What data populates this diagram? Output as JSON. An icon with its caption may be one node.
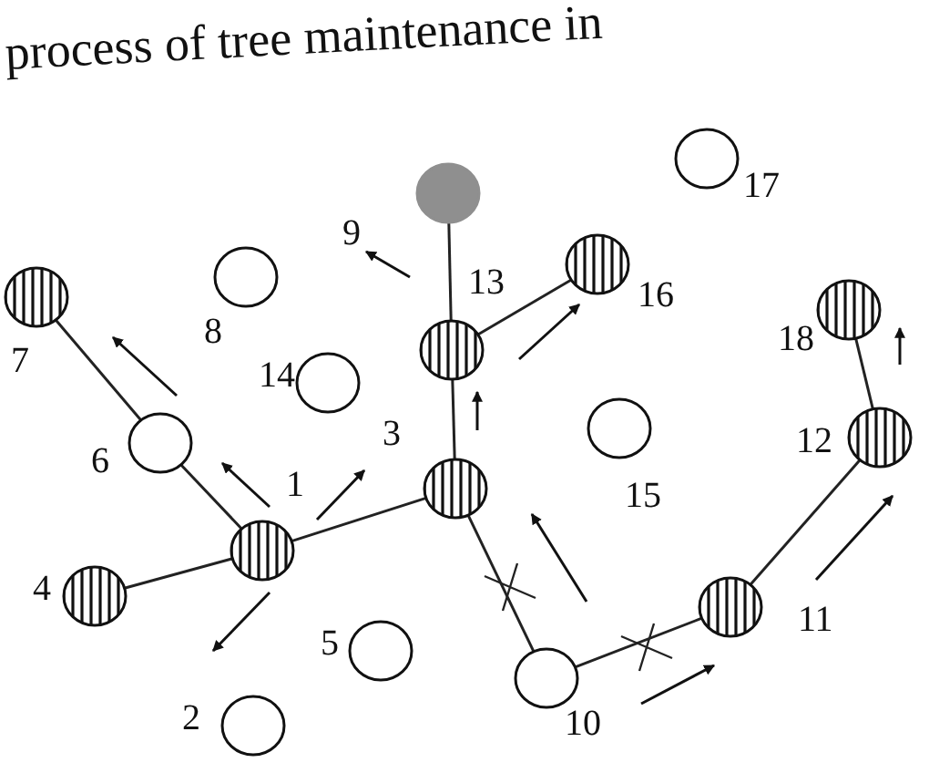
{
  "diagram": {
    "nodes": [
      {
        "text": [],
        "shape": "circle",
        "beside": [
          "1"
        ]
      },
      {
        "text": [],
        "shape": "circle",
        "beside": [
          "2"
        ]
      },
      {
        "text": [],
        "shape": "circle",
        "beside": [
          "3"
        ]
      },
      {
        "text": [],
        "shape": "circle",
        "beside": [
          "4"
        ]
      },
      {
        "text": [],
        "shape": "circle",
        "beside": [
          "5"
        ]
      },
      {
        "text": [],
        "shape": "circle",
        "beside": [
          "6"
        ]
      },
      {
        "text": [],
        "shape": "circle",
        "beside": [
          "7"
        ]
      },
      {
        "text": [],
        "shape": "circle",
        "beside": [
          "8"
        ]
      },
      {
        "text": [],
        "shape": "circle",
        "beside": [
          "9"
        ]
      },
      {
        "text": [],
        "shape": "circle",
        "beside": [
          "10"
        ]
      },
      {
        "text": [],
        "shape": "circle",
        "beside": [
          "11"
        ]
      },
      {
        "text": [],
        "shape": "circle",
        "beside": [
          "12"
        ]
      },
      {
        "text": [],
        "shape": "circle",
        "beside": [
          "13"
        ]
      },
      {
        "text": [],
        "shape": "circle",
        "beside": [
          "14"
        ]
      },
      {
        "text": [],
        "shape": "circle",
        "beside": [
          "15"
        ]
      },
      {
        "text": [],
        "shape": "circle",
        "beside": [
          "16"
        ]
      },
      {
        "text": [],
        "shape": "circle",
        "beside": [
          "17"
        ]
      },
      {
        "text": [],
        "shape": "circle",
        "beside": [
          "18"
        ]
      }
    ],
    "edges": [
      {
        "from": 0,
        "to": 5,
        "arrow": "none"
      },
      {
        "from": 5,
        "to": 6,
        "arrow": "none"
      },
      {
        "from": 0,
        "to": 3,
        "arrow": "none"
      },
      {
        "from": 0,
        "to": 2,
        "arrow": "none"
      },
      {
        "from": 2,
        "to": 12,
        "arrow": "none"
      },
      {
        "from": 12,
        "to": 8,
        "arrow": "none"
      },
      {
        "from": 12,
        "to": 15,
        "arrow": "none"
      },
      {
        "from": 2,
        "to": 9,
        "arrow": "none"
      },
      {
        "from": 9,
        "to": 10,
        "arrow": "none"
      },
      {
        "from": 10,
        "to": 11,
        "arrow": "none"
      },
      {
        "from": 11,
        "to": 17,
        "arrow": "none"
      }
    ],
    "labels": [
      "process of tree maintenance in"
    ]
  }
}
